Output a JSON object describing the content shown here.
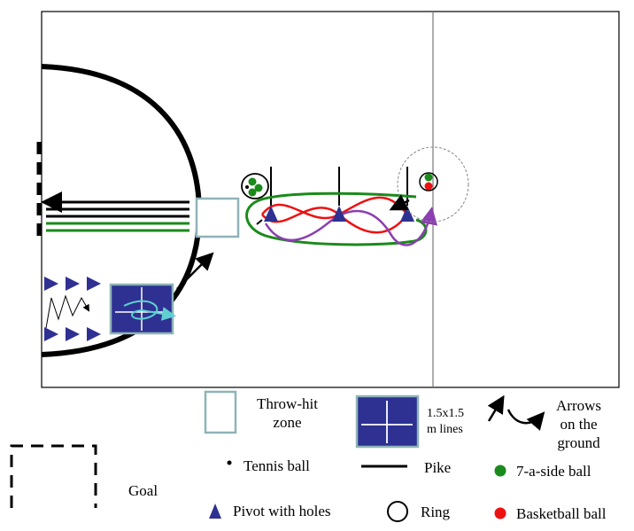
{
  "legend": {
    "throw_hit_zone": "Throw-hit\nzone",
    "lines_1_5": "1.5x1.5\nm lines",
    "arrows": "Arrows\non the\nground",
    "tennis_ball": "Tennis ball",
    "pike": "Pike",
    "seven_a_side_ball": "7-a-side ball",
    "goal": "Goal",
    "pivot_with_holes": "Pivot with holes",
    "ring": "Ring",
    "basketball_ball": "Basketball ball"
  },
  "colors": {
    "field_line": "#000000",
    "court_line": "#808080",
    "zone_border": "#8fb3b8",
    "square_fill": "#2e3192",
    "pivot": "#2e3192",
    "route_green": "#1a8a1a",
    "route_red": "#ee1111",
    "route_purple": "#8b3fb0",
    "route_cyan": "#5fd0d0",
    "seven_a_side_ball": "#1a8a1a",
    "basketball_ball": "#ee1111"
  }
}
